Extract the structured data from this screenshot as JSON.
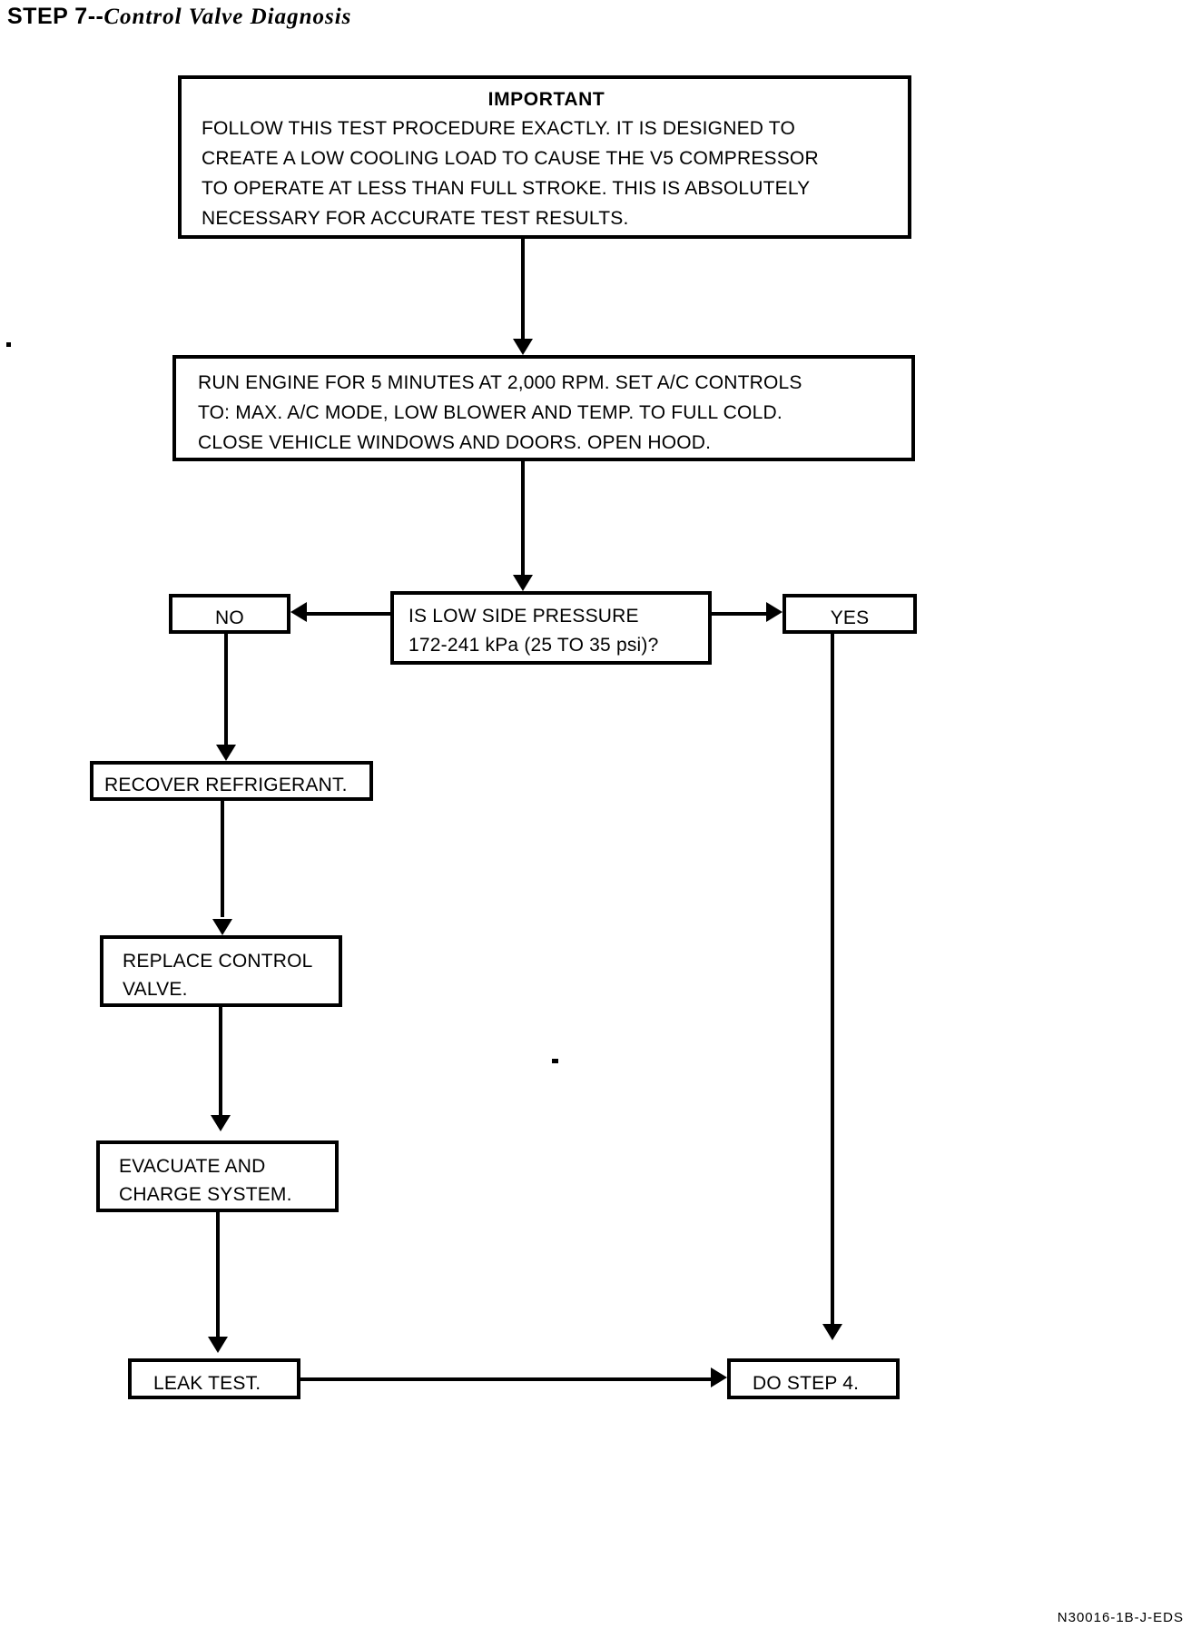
{
  "page": {
    "title_prefix": "STEP 7--",
    "title_subject": "Control Valve Diagnosis",
    "footer_code": "N30016-1B-J-EDS",
    "ink_color": "#000000",
    "paper_color": "#ffffff"
  },
  "flowchart": {
    "type": "flowchart",
    "orientation": "top-to-bottom",
    "nodes": [
      {
        "id": "important",
        "kind": "note",
        "heading": "IMPORTANT",
        "text": "FOLLOW THIS TEST PROCEDURE EXACTLY. IT IS DESIGNED TO\nCREATE A LOW COOLING LOAD TO CAUSE THE V5 COMPRESSOR\nTO OPERATE AT LESS THAN FULL STROKE. THIS IS ABSOLUTELY\nNECESSARY FOR ACCURATE TEST RESULTS."
      },
      {
        "id": "run-engine",
        "kind": "process",
        "text": "RUN ENGINE FOR 5 MINUTES AT 2,000 RPM. SET A/C CONTROLS\nTO: MAX. A/C MODE, LOW BLOWER AND TEMP. TO FULL COLD.\nCLOSE VEHICLE WINDOWS AND DOORS. OPEN HOOD."
      },
      {
        "id": "question",
        "kind": "decision",
        "text": "IS LOW SIDE PRESSURE\n172-241 kPa (25 TO 35 psi)?"
      },
      {
        "id": "no",
        "kind": "branch-label",
        "text": "NO"
      },
      {
        "id": "yes",
        "kind": "branch-label",
        "text": "YES"
      },
      {
        "id": "recover",
        "kind": "process",
        "text": "RECOVER REFRIGERANT."
      },
      {
        "id": "replace",
        "kind": "process",
        "text": "REPLACE CONTROL\nVALVE."
      },
      {
        "id": "evacuate",
        "kind": "process",
        "text": "EVACUATE AND\nCHARGE SYSTEM."
      },
      {
        "id": "leak-test",
        "kind": "terminal",
        "text": "LEAK TEST."
      },
      {
        "id": "do-step-4",
        "kind": "terminal",
        "text": "DO STEP 4."
      }
    ],
    "edges": [
      {
        "from": "important",
        "to": "run-engine",
        "direction": "down"
      },
      {
        "from": "run-engine",
        "to": "question",
        "direction": "down"
      },
      {
        "from": "question",
        "to": "no",
        "direction": "left"
      },
      {
        "from": "question",
        "to": "yes",
        "direction": "right"
      },
      {
        "from": "no",
        "to": "recover",
        "direction": "down"
      },
      {
        "from": "recover",
        "to": "replace",
        "direction": "down"
      },
      {
        "from": "replace",
        "to": "evacuate",
        "direction": "down"
      },
      {
        "from": "evacuate",
        "to": "leak-test",
        "direction": "down"
      },
      {
        "from": "leak-test",
        "to": "do-step-4",
        "direction": "right"
      },
      {
        "from": "yes",
        "to": "do-step-4",
        "direction": "down"
      }
    ]
  }
}
